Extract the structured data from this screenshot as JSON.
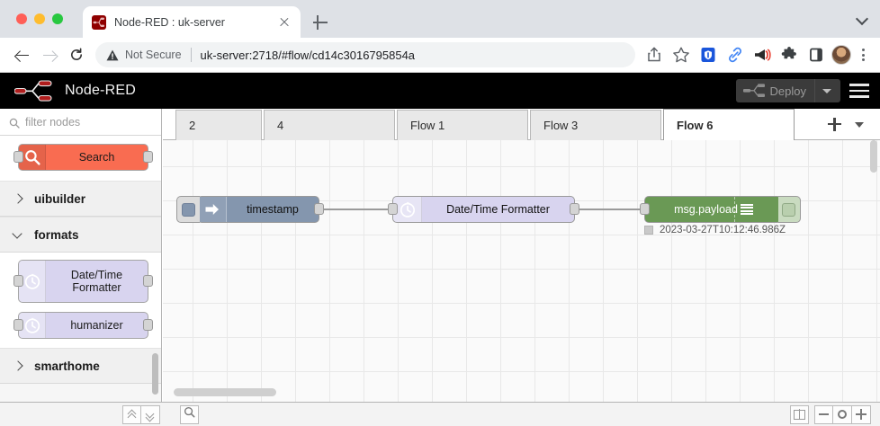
{
  "browser": {
    "tab": {
      "title": "Node-RED : uk-server",
      "favicon": "node-red-favicon",
      "close_icon": "close-icon"
    },
    "new_tab_icon": "plus-icon",
    "tab_list_icon": "chevron-down-icon",
    "nav": {
      "back_icon": "arrow-left-icon",
      "forward_icon": "arrow-right-icon",
      "reload_icon": "reload-icon"
    },
    "omnibox": {
      "security_icon": "warning-triangle-icon",
      "security_label": "Not Secure",
      "url": "uk-server:2718/#flow/cd14c3016795854a"
    },
    "toolbar_icons": [
      {
        "name": "share-icon"
      },
      {
        "name": "bookmark-star-icon"
      },
      {
        "name": "shield-icon",
        "color": "#1a56db"
      },
      {
        "name": "link-icon",
        "color": "#4285f4"
      },
      {
        "name": "megaphone-icon",
        "color": "#ea4335"
      },
      {
        "name": "puzzle-extension-icon"
      },
      {
        "name": "sidepanel-icon"
      },
      {
        "name": "avatar"
      },
      {
        "name": "kebab-menu-icon"
      }
    ]
  },
  "nodered": {
    "header": {
      "logo_icon": "node-red-logo",
      "title": "Node-RED",
      "deploy": {
        "label": "Deploy",
        "icon": "deploy-icon",
        "caret_icon": "caret-down-icon",
        "disabled": true
      },
      "menu_icon": "hamburger-menu-icon"
    },
    "palette": {
      "filter": {
        "icon": "search-icon",
        "placeholder": "filter nodes",
        "value": ""
      },
      "top_node": {
        "label": "Search",
        "icon": "magnifier-icon",
        "color": "#f96c51"
      },
      "categories": [
        {
          "label": "uibuilder",
          "open": false,
          "nodes": []
        },
        {
          "label": "formats",
          "open": true,
          "nodes": [
            {
              "label": "Date/Time Formatter",
              "icon": "clock-icon",
              "color": "#d8d4ef"
            },
            {
              "label": "humanizer",
              "icon": "clock-icon",
              "color": "#d8d4ef"
            }
          ]
        },
        {
          "label": "smarthome",
          "open": false,
          "nodes": []
        }
      ]
    },
    "collapse_icon": "collapse-left-icon",
    "tabs": [
      {
        "label": "2",
        "active": false
      },
      {
        "label": "4",
        "active": false
      },
      {
        "label": "Flow 1",
        "active": false
      },
      {
        "label": "Flow 3",
        "active": false
      },
      {
        "label": "Flow 6",
        "active": true
      }
    ],
    "tabbar_actions": {
      "add_icon": "plus-icon",
      "menu_icon": "caret-down-icon"
    },
    "flow": {
      "nodes": [
        {
          "name": "inject-node",
          "label": "timestamp",
          "icon": "arrow-right-icon",
          "color": "#8496ae"
        },
        {
          "name": "datetime-formatter-node",
          "label": "Date/Time Formatter",
          "icon": "clock-icon",
          "color": "#d8d4ef"
        },
        {
          "name": "debug-node",
          "label": "msg.payload",
          "icon": "lines-icon",
          "color": "#6a9955"
        }
      ],
      "debug_status": "2023-03-27T10:12:46.986Z"
    },
    "footer": {
      "left_buttons": [
        {
          "name": "collapse-all-button",
          "icon": "chevron-up-icon"
        },
        {
          "name": "expand-all-button",
          "icon": "chevron-down-icon"
        }
      ],
      "search_button": {
        "name": "search-button",
        "icon": "search-icon"
      },
      "right_buttons": [
        {
          "name": "navigator-button",
          "icon": "map-icon"
        },
        {
          "name": "zoom-out-button",
          "icon": "minus-icon"
        },
        {
          "name": "zoom-reset-button",
          "icon": "circle-icon"
        },
        {
          "name": "zoom-in-button",
          "icon": "plus-icon"
        }
      ]
    }
  }
}
